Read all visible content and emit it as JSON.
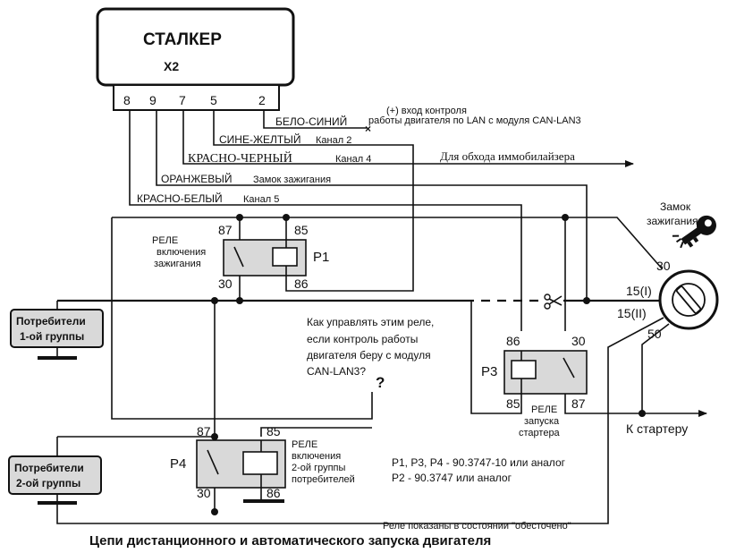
{
  "unit": {
    "name": "СТАЛКЕР",
    "connector": "X2"
  },
  "pins": [
    "8",
    "9",
    "7",
    "5",
    "2"
  ],
  "wires": {
    "white_blue": "БЕЛО-СИНИЙ",
    "blue_yellow": "СИНЕ-ЖЕЛТЫЙ",
    "red_black": "КРАСНО-ЧЕРНЫЙ",
    "orange": "ОРАНЖЕВЫЙ",
    "red_white": "КРАСНО-БЕЛЫЙ"
  },
  "channels": {
    "ch2": "Канал 2",
    "ch4": "Канал 4",
    "ignition_lock": "Замок зажигания",
    "ch5": "Канал 5"
  },
  "notes": {
    "input_line1": "(+) вход контроля",
    "input_line2": "работы двигателя по LAN с модуля CAN-LAN3",
    "immobilizer": "Для обхода иммобилайзера",
    "question_line1": "Как управлять этим реле,",
    "question_line2": "если контроль работы",
    "question_line3": "двигателя беру с модуля",
    "question_line4": "CAN-LAN3?",
    "question_mark": "?",
    "spec_line1": "P1, P3, P4 - 90.3747-10 или аналог",
    "spec_line2": "P2 - 90.3747 или аналог",
    "state_note": "Реле показаны в состоянии \"обесточено\"",
    "caption": "Цепи дистанционного и автоматического запуска двигателя"
  },
  "consumers": {
    "group1_line1": "Потребители",
    "group1_line2": "1-ой группы",
    "group2_line1": "Потребители",
    "group2_line2": "2-ой группы"
  },
  "relays": {
    "p1": {
      "name": "P1",
      "label_line1": "РЕЛЕ",
      "label_line2": "включения",
      "label_line3": "зажигания",
      "pin87": "87",
      "pin85": "85",
      "pin30": "30",
      "pin86": "86"
    },
    "p3": {
      "name": "P3",
      "label_line1": "РЕЛЕ",
      "label_line2": "запуска",
      "label_line3": "стартера",
      "pin86": "86",
      "pin30": "30",
      "pin85": "85",
      "pin87": "87"
    },
    "p4": {
      "name": "P4",
      "label_line1": "РЕЛЕ",
      "label_line2": "включения",
      "label_line3": "2-ой группы",
      "label_line4": "потребителей",
      "pin87": "87",
      "pin85": "85",
      "pin30": "30",
      "pin86": "86"
    }
  },
  "ignition": {
    "title_line1": "Замок",
    "title_line2": "зажигания",
    "t30": "30",
    "t15_1": "15(I)",
    "t15_2": "15(II)",
    "t50": "50",
    "starter": "К стартеру"
  },
  "icons": {
    "key": "key-icon",
    "scissors": "scissors-icon",
    "lock": "ignition-lock-icon"
  }
}
